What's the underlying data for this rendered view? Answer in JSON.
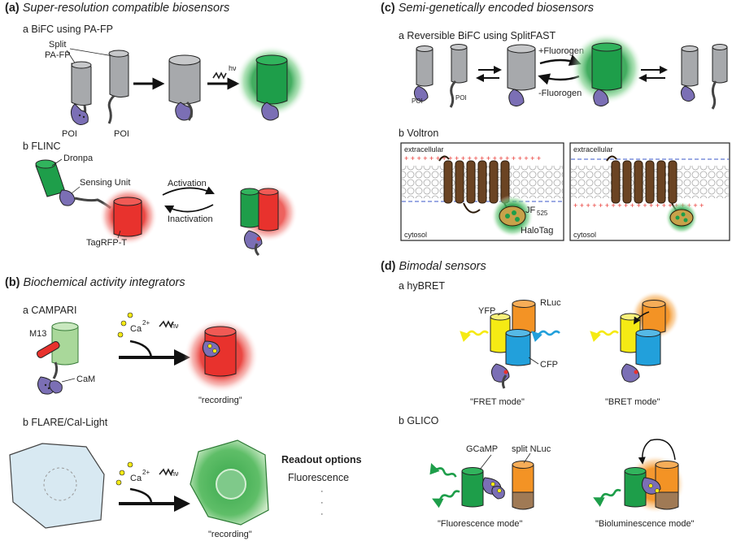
{
  "panels": {
    "a": {
      "letter": "(a)",
      "title": "Super-resolution compatible biosensors",
      "sub_a": {
        "title": "a BiFC using PA-FP",
        "split": "Split",
        "pafp": "PA-FP",
        "poi1": "POI",
        "poi2": "POI",
        "hv": "hν"
      },
      "sub_b": {
        "title": "b FLINC",
        "dronpa": "Dronpa",
        "sensing": "Sensing Unit",
        "tagrfp": "TagRFP-T",
        "activation": "Activation",
        "inactivation": "Inactivation"
      }
    },
    "b": {
      "letter": "(b)",
      "title": "Biochemical activity integrators",
      "sub_a": {
        "title": "a CAMPARI",
        "m13": "M13",
        "cam": "CaM",
        "ca": "Ca",
        "ca_sup": "2+",
        "hv": "hν",
        "recording": "\"recording\""
      },
      "sub_b": {
        "title": "b FLARE/Cal-Light",
        "ca": "Ca",
        "ca_sup": "2+",
        "hv": "hν",
        "recording": "\"recording\"",
        "readout": "Readout options",
        "fluorescence": "Fluorescence",
        "dots": [
          "·",
          "·",
          "·"
        ]
      }
    },
    "c": {
      "letter": "(c)",
      "title": "Semi-genetically encoded biosensors",
      "sub_a": {
        "title": "a Reversible BiFC using SplitFAST",
        "poi1": "POI",
        "poi2": "POI",
        "plus_fluorogen": "+Fluorogen",
        "minus_fluorogen": "-Fluorogen"
      },
      "sub_b": {
        "title": "b Voltron",
        "extracellular": "extracellular",
        "cytosol": "cytosol",
        "jf": "JF",
        "jf_sub": "525",
        "halotag": "HaloTag",
        "plus_row": "+ + + + + + + + + + + + + + + + + + + + + +",
        "plus_row_right": "+ + + + + + + + + + + + + + + + + + + + +"
      }
    },
    "d": {
      "letter": "(d)",
      "title": "Bimodal sensors",
      "sub_a": {
        "title": "a hyBRET",
        "yfp": "YFP",
        "rluc": "RLuc",
        "cfp": "CFP",
        "fret_mode": "\"FRET mode\"",
        "bret_mode": "\"BRET  mode\""
      },
      "sub_b": {
        "title": "b GLICO",
        "gcamp": "GCaMP",
        "split_nluc": "split NLuc",
        "fluor_mode": "\"Fluorescence mode\"",
        "biolum_mode": "\"Bioluminescence mode\""
      }
    }
  },
  "colors": {
    "gray": "#a7a9ac",
    "green": "#1e9e4a",
    "red": "#e8322d",
    "purple": "#7b6fb5",
    "yellow": "#f5ea14",
    "blue": "#22a0db",
    "orange": "#f39325",
    "brown": "#5a3a1e",
    "lightgreen": "#a9d89a",
    "paleblue": "#d8e9f2"
  }
}
